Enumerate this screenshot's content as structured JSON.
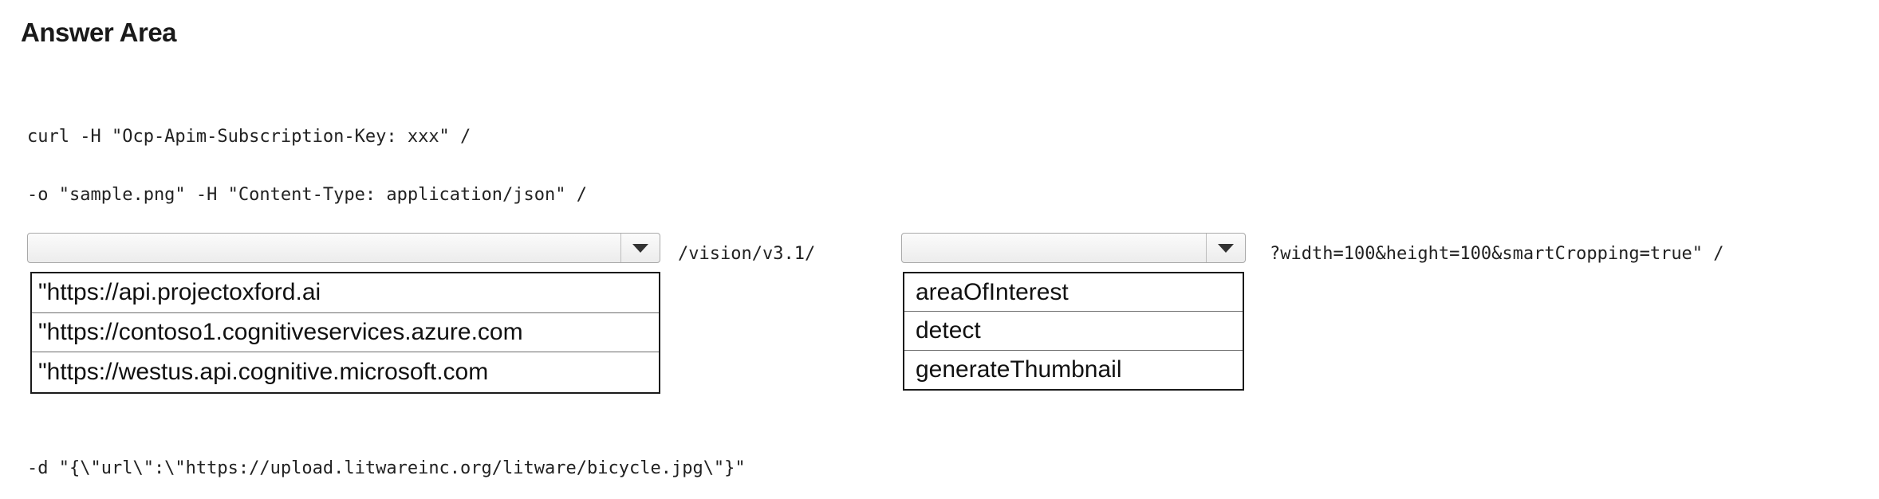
{
  "title": "Answer Area",
  "code": {
    "line1": "curl -H \"Ocp-Apim-Subscription-Key: xxx\" /",
    "line2": "-o \"sample.png\" -H \"Content-Type: application/json\" /",
    "segment_after_dropdown1": "/vision/v3.1/",
    "segment_after_dropdown2": "?width=100&height=100&smartCropping=true\" /",
    "line3": "-d \"{\\\"url\\\":\\\"https://upload.litwareinc.org/litware/bicycle.jpg\\\"}\""
  },
  "dropdown1": {
    "selected": "",
    "options": [
      "\"https://api.projectoxford.ai",
      "\"https://contoso1.cognitiveservices.azure.com",
      "\"https://westus.api.cognitive.microsoft.com"
    ]
  },
  "dropdown2": {
    "selected": "",
    "options": [
      "areaOfInterest",
      "detect",
      "generateThumbnail"
    ]
  },
  "icons": {
    "dropdown_arrow": "chevron-down-icon"
  }
}
